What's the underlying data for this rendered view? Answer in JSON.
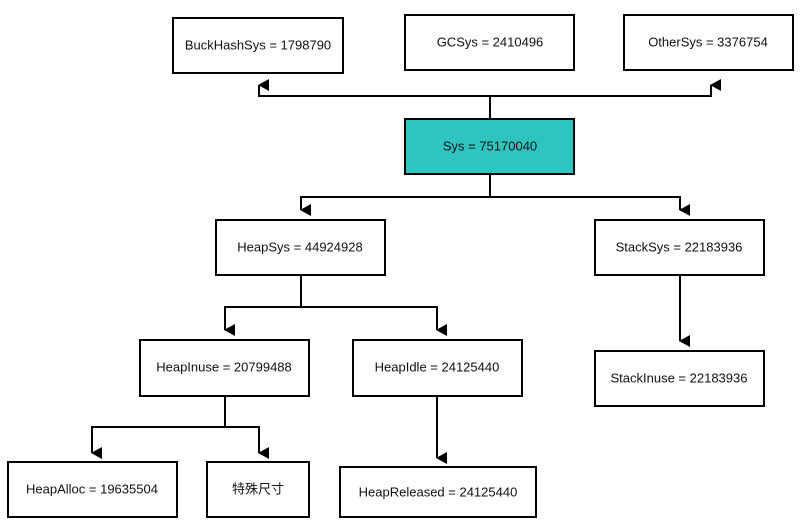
{
  "colors": {
    "highlight_fill": "#2EC4C0",
    "default_fill": "#FFFFFF",
    "stroke": "#000000",
    "text": "#111111"
  },
  "nodes": {
    "buckhashsys": {
      "label": "BuckHashSys = 1798790"
    },
    "gcsys": {
      "label": "GCSys = 2410496"
    },
    "othersys": {
      "label": "OtherSys = 3376754"
    },
    "sys": {
      "label": "Sys = 75170040",
      "highlighted": true
    },
    "heapsys": {
      "label": "HeapSys = 44924928"
    },
    "stacksys": {
      "label": "StackSys = 22183936"
    },
    "heapinuse": {
      "label": "HeapInuse = 20799488"
    },
    "heapidle": {
      "label": "HeapIdle = 24125440"
    },
    "stackinuse": {
      "label": "StackInuse = 22183936"
    },
    "heapalloc": {
      "label": "HeapAlloc = 19635504"
    },
    "special": {
      "label": "特殊尺寸"
    },
    "heapreleased": {
      "label": "HeapReleased = 24125440"
    }
  },
  "edges": [
    {
      "from": "sys",
      "to": "buckhashsys"
    },
    {
      "from": "sys",
      "to": "othersys"
    },
    {
      "from": "sys",
      "to": "heapsys"
    },
    {
      "from": "sys",
      "to": "stacksys"
    },
    {
      "from": "heapsys",
      "to": "heapinuse"
    },
    {
      "from": "heapsys",
      "to": "heapidle"
    },
    {
      "from": "stacksys",
      "to": "stackinuse"
    },
    {
      "from": "heapinuse",
      "to": "heapalloc"
    },
    {
      "from": "heapinuse",
      "to": "special"
    },
    {
      "from": "heapidle",
      "to": "heapreleased"
    }
  ]
}
